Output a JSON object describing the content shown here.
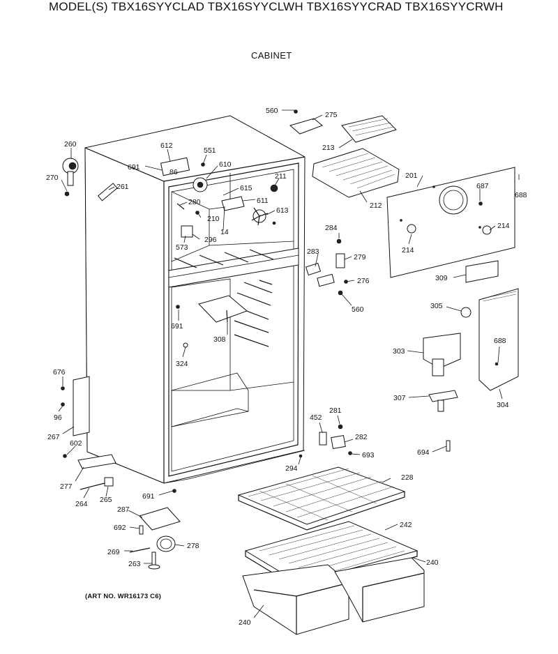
{
  "header": {
    "models": "MODEL(S) TBX16SYYCLAD TBX16SYYCLWH TBX16SYYCRAD TBX16SYYCRWH",
    "section": "CABINET",
    "art_no": "(ART NO. WR16173 C6)"
  },
  "callouts": {
    "c560a": "560",
    "c275": "275",
    "c213": "213",
    "c201": "201",
    "c212": "212",
    "c687": "687",
    "c688a": "688",
    "c260": "260",
    "c270": "270",
    "c261": "261",
    "c612": "612",
    "c691a": "691",
    "c86": "86",
    "c551": "551",
    "c610": "610",
    "c211": "211",
    "c615": "615",
    "c611": "611",
    "c613": "613",
    "c280": "280",
    "c210": "210",
    "c14": "14",
    "c573": "573",
    "c296": "296",
    "c284": "284",
    "c283": "283",
    "c279": "279",
    "c276": "276",
    "c560b": "560",
    "c214a": "214",
    "c214b": "214",
    "c309": "309",
    "c305": "305",
    "c691b": "691",
    "c308": "308",
    "c324": "324",
    "c303": "303",
    "c688b": "688",
    "c304": "304",
    "c307": "307",
    "c676": "676",
    "c96": "96",
    "c267": "267",
    "c602": "602",
    "c277": "277",
    "c452": "452",
    "c281": "281",
    "c282": "282",
    "c693": "693",
    "c694": "694",
    "c294": "294",
    "c228": "228",
    "c691c": "691",
    "c264": "264",
    "c265": "265",
    "c287": "287",
    "c692": "692",
    "c278": "278",
    "c269": "269",
    "c263": "263",
    "c242": "242",
    "c240a": "240",
    "c240b": "240"
  }
}
